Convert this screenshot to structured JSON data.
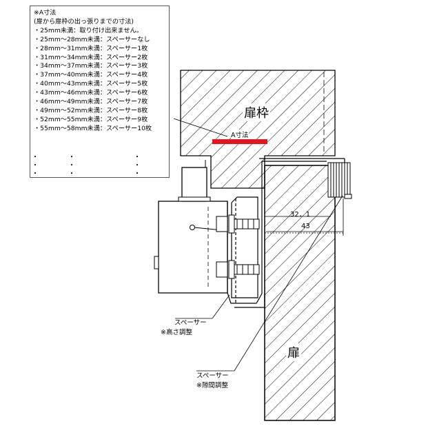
{
  "note": {
    "title": "※A寸法",
    "subtitle": "(扉から扉枠の出っ張りまでの寸法)",
    "rows": [
      "・25mm未満：取り付け出来ません。",
      "・25mm～28mm未満：スペーサーなし",
      "・28mm～31mm未満：スペーサー1枚",
      "・31mm～34mm未満：スペーサー2枚",
      "・34mm～37mm未満：スペーサー3枚",
      "・37mm～40mm未満：スペーサー4枚",
      "・40mm～43mm未満：スペーサー5枚",
      "・43mm～46mm未満：スペーサー6枚",
      "・46mm～49mm未満：スペーサー7枚",
      "・49mm～52mm未満：スペーサー8枚",
      "・52mm～55mm未満：スペーサー9枚",
      "・55mm～58mm未満：スペーサー10枚"
    ],
    "dot": "・"
  },
  "labels": {
    "frame": "扉枠",
    "door": "扉",
    "a_dim": "A寸法",
    "dim_32_1": "32．1",
    "dim_43": "43",
    "spacer_height": "スペーサー",
    "spacer_height_note": "※高さ調整",
    "spacer_gap": "スペーサー",
    "spacer_gap_note": "※隙間調整"
  },
  "colors": {
    "line": "#000000",
    "a_marker": "#e8141c"
  }
}
